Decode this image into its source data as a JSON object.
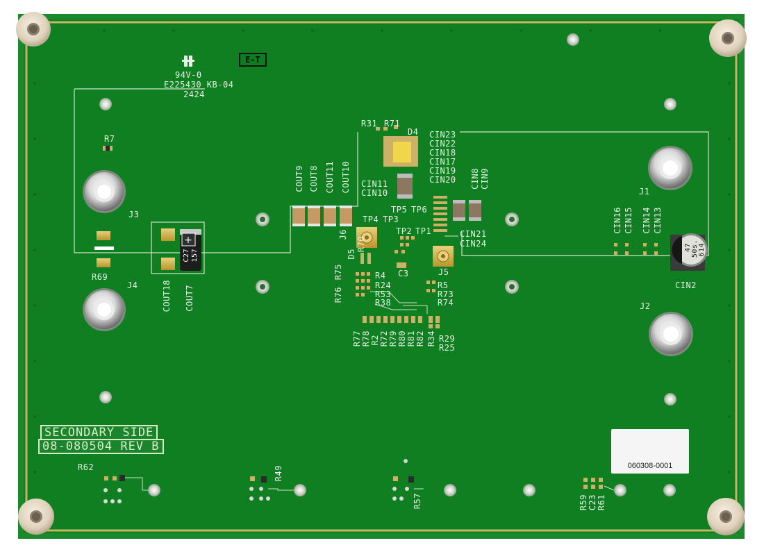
{
  "board": {
    "side_label_line1": "SECONDARY SIDE",
    "side_label_line2": "08-080504 REV B",
    "marking_et": "E-T",
    "flammability": "94V-0",
    "ul_code": "E225430 KB-04",
    "date_code": "2424",
    "barcode_number": "060308-0001",
    "cap_marking_1": "47",
    "cap_marking_2": "50s.",
    "cap_marking_3": "614",
    "tant_marking_1": "157",
    "tant_marking_2": "C27",
    "colors": {
      "board": "#0f7f22",
      "copper": "#c8b27a",
      "silk": "#e9f0e7"
    }
  },
  "labels": {
    "j1": "J1",
    "j2": "J2",
    "j3": "J3",
    "j4": "J4",
    "j5": "J5",
    "j6": "J6",
    "r7": "R7",
    "r69": "R69",
    "r31": "R31",
    "r71": "R71",
    "d4": "D4",
    "d5": "D5",
    "cin23": "CIN23",
    "cin22": "CIN22",
    "cin18": "CIN18",
    "cin17": "CIN17",
    "cin19": "CIN19",
    "cin20": "CIN20",
    "cin11": "CIN11",
    "cin10": "CIN10",
    "cin8": "CIN8",
    "cin9": "CIN9",
    "tp5": "TP5",
    "tp6": "TP6",
    "tp4": "TP4",
    "tp3": "TP3",
    "tp2": "TP2",
    "tp1": "TP1",
    "cin21": "CIN21",
    "cin24": "CIN24",
    "cin16": "CIN16",
    "cin15": "CIN15",
    "cin14": "CIN14",
    "cin13": "CIN13",
    "cin2": "CIN2",
    "cout9": "COUT9",
    "cout8": "COUT8",
    "cout11": "COUT11",
    "cout10": "COUT10",
    "cout18": "COUT18",
    "cout7": "COUT7",
    "r70": "R70",
    "r75": "R75",
    "r76": "R76",
    "r4": "R4",
    "r24": "R24",
    "r53": "R53",
    "r38": "R38",
    "c3": "C3",
    "r5": "R5",
    "r73": "R73",
    "r74": "R74",
    "r77": "R77",
    "r78": "R78",
    "r2": "R2",
    "r72": "R72",
    "r79": "R79",
    "r80": "R80",
    "r81": "R81",
    "r82": "R82",
    "r34": "R34",
    "r29": "R29",
    "r25": "R25",
    "r62": "R62",
    "r49": "R49",
    "r57": "R57",
    "r59": "R59",
    "c23": "C23",
    "r61": "R61"
  }
}
